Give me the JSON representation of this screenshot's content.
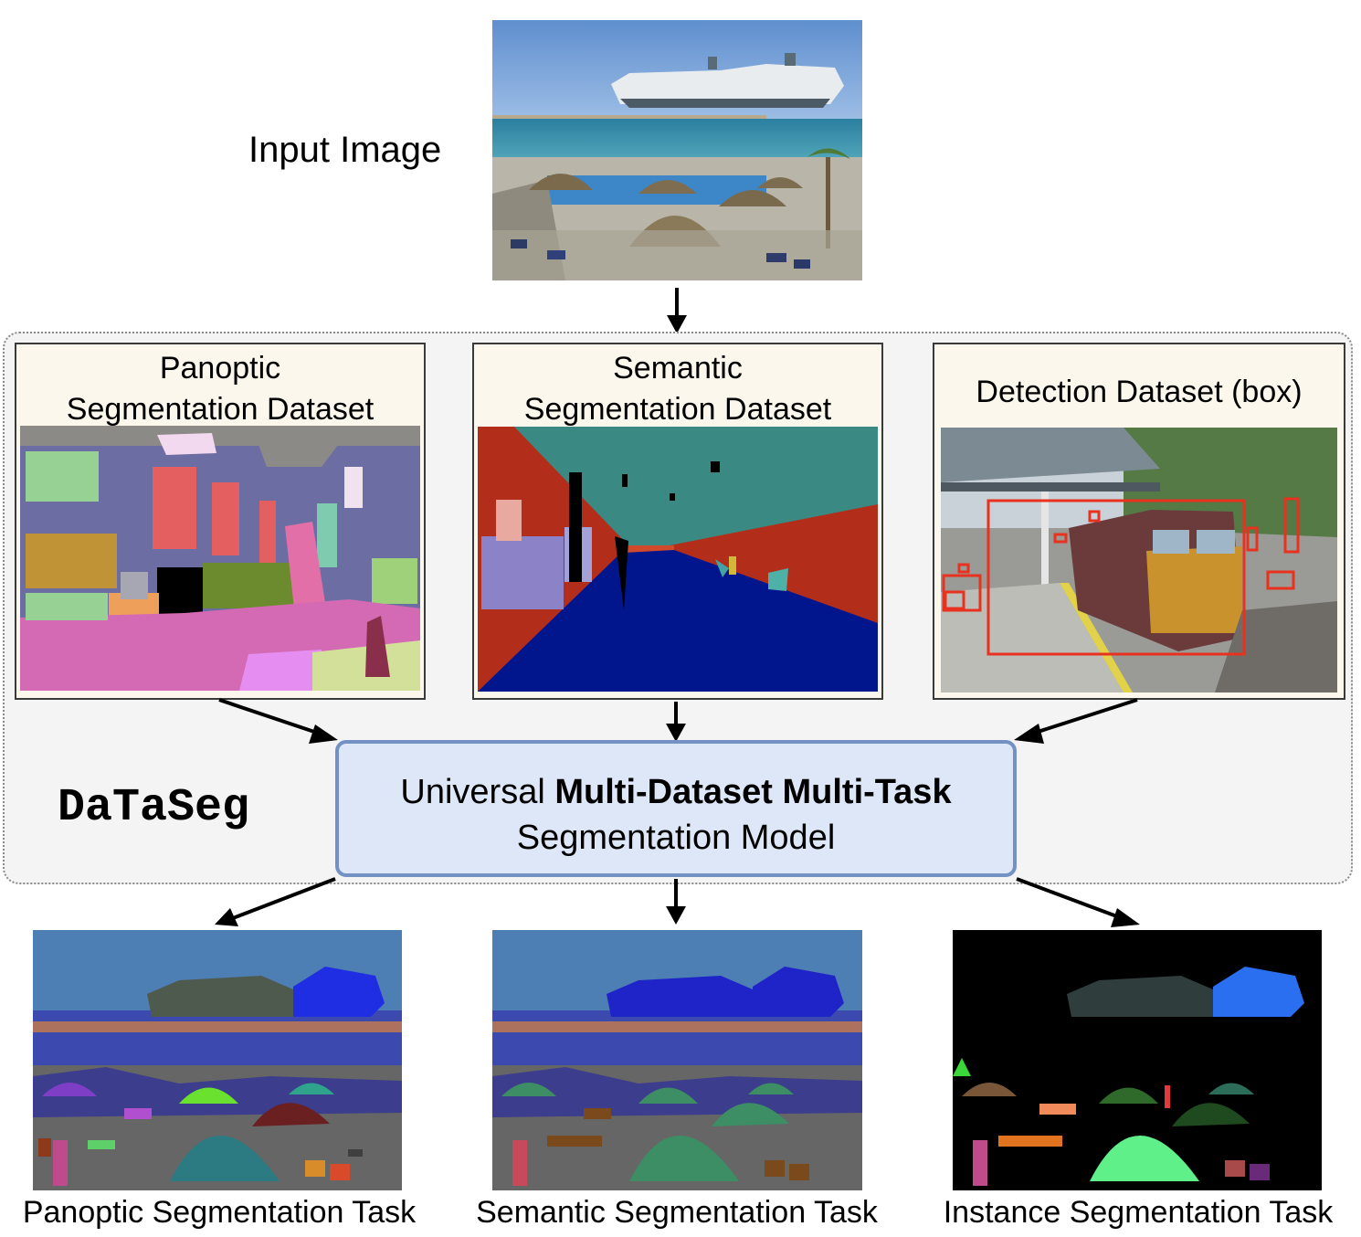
{
  "input": {
    "label": "Input Image"
  },
  "datasets": [
    {
      "title_line1": "Panoptic",
      "title_line2": "Segmentation Dataset"
    },
    {
      "title_line1": "Semantic",
      "title_line2": "Segmentation Dataset"
    },
    {
      "title_line1": "Detection Dataset (box)"
    }
  ],
  "model": {
    "prefix": "Universal ",
    "bold": "Multi-Dataset Multi-Task",
    "line2": "Segmentation Model"
  },
  "brand": "DaTaSeg",
  "tasks": [
    {
      "label": "Panoptic Segmentation Task"
    },
    {
      "label": "Semantic Segmentation Task"
    },
    {
      "label": "Instance Segmentation Task"
    }
  ],
  "colors": {
    "model_border": "#7391c2",
    "model_fill": "#dde7f8",
    "box_red": "#e8311f"
  }
}
